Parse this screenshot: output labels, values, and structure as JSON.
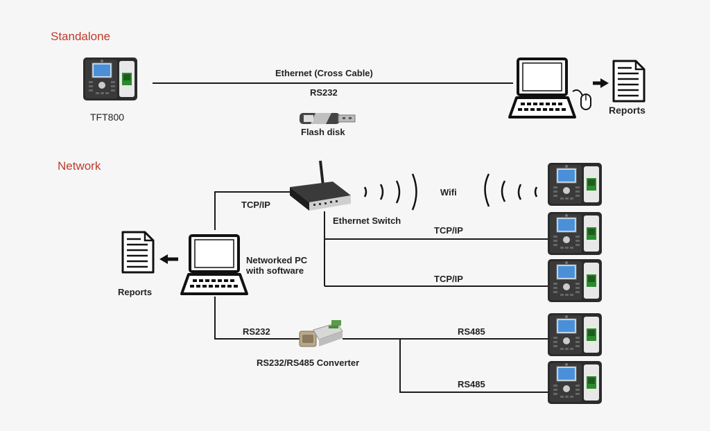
{
  "sections": {
    "standalone": "Standalone",
    "network": "Network"
  },
  "standalone": {
    "device_label": "TFT800",
    "link_label": "Ethernet  (Cross Cable)",
    "rs232_label": "RS232",
    "flash_label": "Flash disk",
    "reports_label": "Reports"
  },
  "network": {
    "tcpip_pc": "TCP/IP",
    "switch_label": "Ethernet Switch",
    "wifi_label": "Wifi",
    "tcpip_1": "TCP/IP",
    "tcpip_2": "TCP/IP",
    "pc_label_line1": "Networked PC",
    "pc_label_line2": "with software",
    "reports_label": "Reports",
    "rs232_label": "RS232",
    "converter_label": "RS232/RS485 Converter",
    "rs485_1": "RS485",
    "rs485_2": "RS485"
  },
  "colors": {
    "section": "#c0392b",
    "line": "#1a1a1a"
  }
}
